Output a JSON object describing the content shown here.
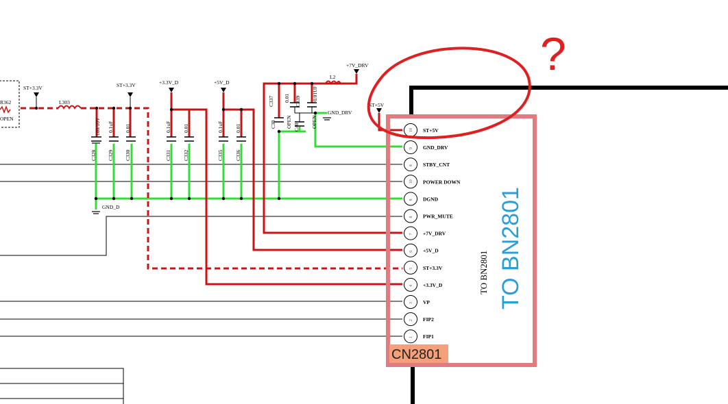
{
  "colors": {
    "red_wire": "#c81414",
    "green_wire": "#33dd33",
    "black_wire": "#000000",
    "annotation_red": "#e02020",
    "box_border": "#e07b7f",
    "blue_text": "#2a9fd6",
    "tag_fill": "#f4a07a"
  },
  "annotations": {
    "question_mark": "?",
    "connector_tag": "CN2801",
    "to_bn_large": "TO BN2801",
    "to_bn_small": "TO BN2801"
  },
  "rails": {
    "st33_left": "ST+3.3V",
    "st33": "ST+3.3V",
    "v33d": "+3.3V_D",
    "v5d": "+5V_D",
    "v7drv": "+7V_DRV",
    "st5v": "ST+5V"
  },
  "grounds": {
    "gnd_d": "GND_D",
    "gnd_drv": "GND_DRV"
  },
  "parts": {
    "resistor_ref": "R362",
    "resistor_val": "OPEN",
    "inductor_l303": "L303",
    "inductor_l2": "L2"
  },
  "caps": [
    {
      "ref": "C328",
      "val": "100/10V"
    },
    {
      "ref": "C329",
      "val": "0.1uF"
    },
    {
      "ref": "C330",
      "val": "0.01"
    },
    {
      "ref": "C331",
      "val": "0.1uF"
    },
    {
      "ref": "C332",
      "val": "0.01"
    },
    {
      "ref": "C335",
      "val": "0.1uF"
    },
    {
      "ref": "C336",
      "val": "0.01"
    },
    {
      "ref": "C337",
      "val": "0.01"
    },
    {
      "ref": "C339",
      "val": "0.01UF"
    },
    {
      "ref": "C38",
      "val": "OPEN"
    },
    {
      "ref": "C40",
      "val": "OPEN"
    }
  ],
  "connector_pins": [
    {
      "num": "10",
      "label": "ST+5V"
    },
    {
      "num": "9",
      "label": "GND_DRV"
    },
    {
      "num": "8",
      "label": "STBY_CNT"
    },
    {
      "num": "10",
      "label": "POWER DOWN"
    },
    {
      "num": "8",
      "label": "DGND"
    },
    {
      "num": "8",
      "label": "PWR_MUTE"
    },
    {
      "num": "7",
      "label": "+7V_DRV"
    },
    {
      "num": "6",
      "label": "+5V_D"
    },
    {
      "num": "5",
      "label": "ST+3.3V"
    },
    {
      "num": "4",
      "label": "+3.3V_D"
    },
    {
      "num": "3",
      "label": "VP"
    },
    {
      "num": "2",
      "label": "FIP2"
    },
    {
      "num": "1",
      "label": "FIP1"
    }
  ]
}
